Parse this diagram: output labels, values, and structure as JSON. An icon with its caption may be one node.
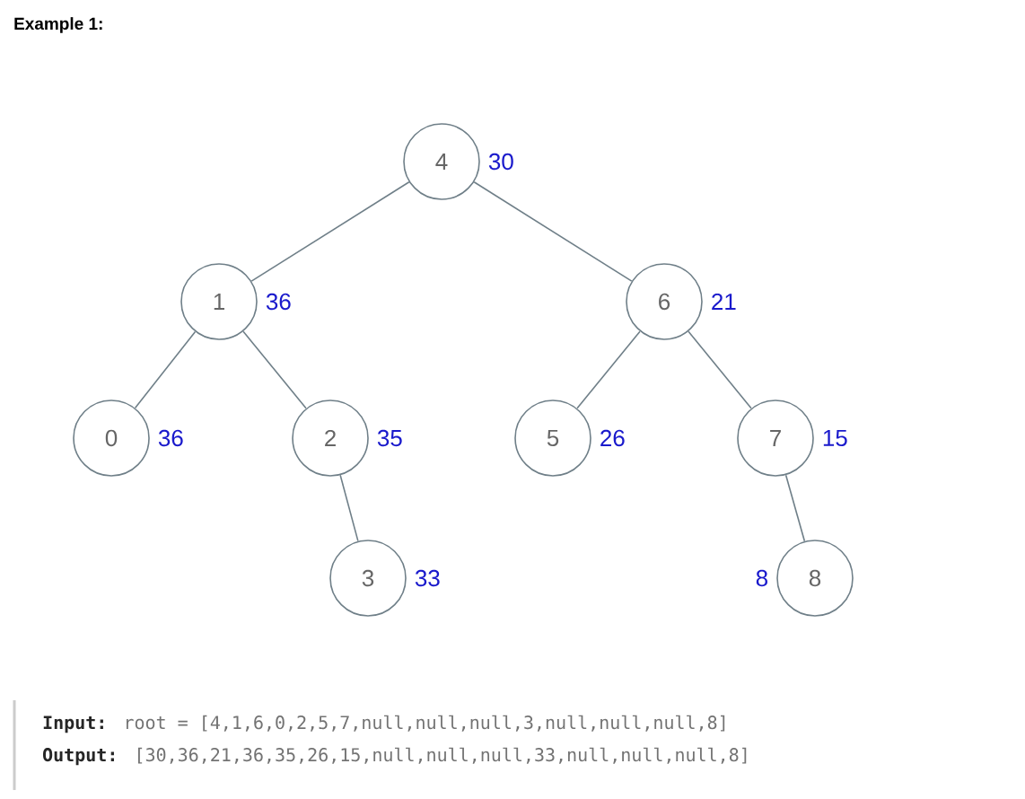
{
  "diagram": {
    "title": "Example 1:",
    "nodes": [
      {
        "text": [
          "4"
        ],
        "beside": [
          "30"
        ]
      },
      {
        "text": [
          "1"
        ],
        "beside": [
          "36"
        ]
      },
      {
        "text": [
          "6"
        ],
        "beside": [
          "21"
        ]
      },
      {
        "text": [
          "0"
        ],
        "beside": [
          "36"
        ]
      },
      {
        "text": [
          "2"
        ],
        "beside": [
          "35"
        ]
      },
      {
        "text": [
          "5"
        ],
        "beside": [
          "26"
        ]
      },
      {
        "text": [
          "7"
        ],
        "beside": [
          "15"
        ]
      },
      {
        "text": [
          "3"
        ],
        "beside": [
          "33"
        ]
      },
      {
        "text": [
          "8"
        ],
        "beside": [
          "8"
        ]
      }
    ],
    "edges": [
      {
        "from": 0,
        "to": 1,
        "arrow": "none"
      },
      {
        "from": 0,
        "to": 2,
        "arrow": "none"
      },
      {
        "from": 1,
        "to": 3,
        "arrow": "none"
      },
      {
        "from": 1,
        "to": 4,
        "arrow": "none"
      },
      {
        "from": 2,
        "to": 5,
        "arrow": "none"
      },
      {
        "from": 2,
        "to": 6,
        "arrow": "none"
      },
      {
        "from": 4,
        "to": 7,
        "arrow": "none"
      },
      {
        "from": 6,
        "to": 8,
        "arrow": "none"
      }
    ],
    "labels": [
      "Input:",
      "root = [4,1,6,0,2,5,7,null,null,null,3,null,null,null,8]",
      "Output:",
      "[30,36,21,36,35,26,15,null,null,null,33,null,null,null,8]"
    ]
  }
}
